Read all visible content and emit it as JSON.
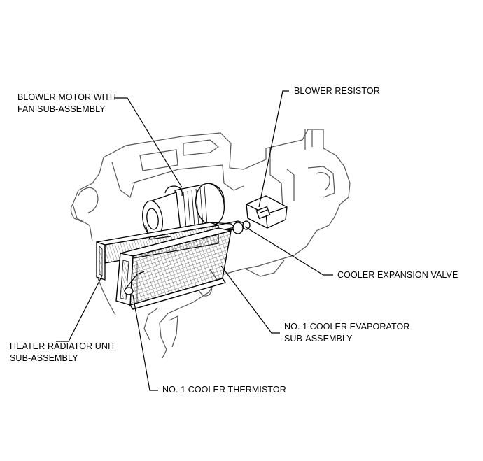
{
  "labels": {
    "blower_motor": [
      "BLOWER MOTOR WITH",
      "FAN SUB-ASSEMBLY"
    ],
    "blower_resistor": [
      "BLOWER RESISTOR"
    ],
    "cooler_expansion_valve": [
      "COOLER EXPANSION VALVE"
    ],
    "evaporator": [
      "NO. 1 COOLER EVAPORATOR",
      "SUB-ASSEMBLY"
    ],
    "heater_radiator": [
      "HEATER RADIATOR UNIT",
      "SUB-ASSEMBLY"
    ],
    "thermistor": [
      "NO. 1 COOLER THERMISTOR"
    ]
  },
  "colors": {
    "line": "#000000",
    "housing": "#555555",
    "fill": "#ffffff"
  }
}
